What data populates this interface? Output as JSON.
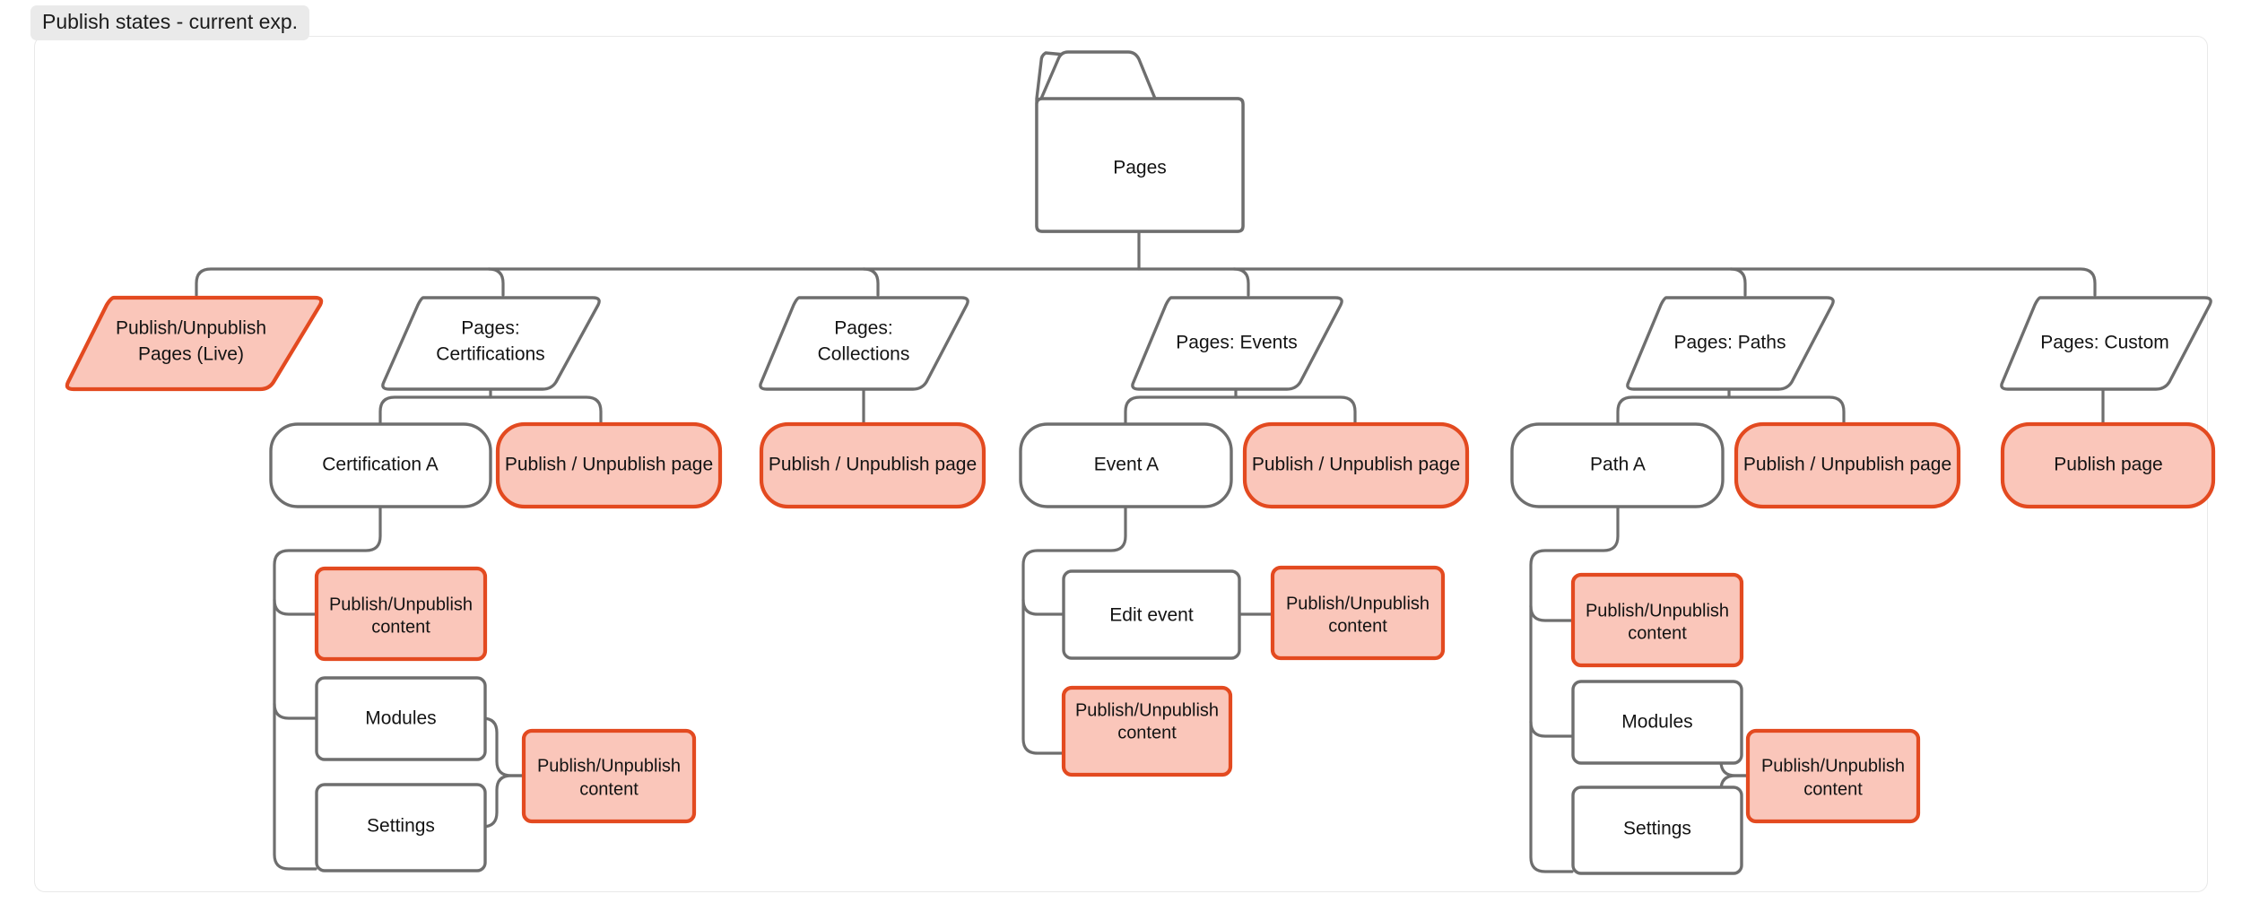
{
  "title_chip": "Publish states - current exp.",
  "colors": {
    "node_stroke_gray": "#6e6e6e",
    "node_fill_white": "#ffffff",
    "node_stroke_red": "#e34a20",
    "node_fill_red": "#fac6ba",
    "edge": "#6e6e6e",
    "frame_border": "#e9e9e9",
    "chip_bg": "#eaeaea",
    "text": "#131313"
  },
  "chart_data": {
    "type": "diagram",
    "diagram_kind": "flowchart-tree",
    "title": "Publish states - current exp.",
    "root": {
      "id": "pages",
      "label": "Pages",
      "shape": "folder"
    },
    "branches": [
      {
        "id": "publish-unpublish-pages-live",
        "label": "Publish/Unpublish Pages (Live)",
        "label_lines": [
          "Publish/Unpublish",
          "Pages (Live)"
        ],
        "shape": "parallelogram",
        "style": "red",
        "children": []
      },
      {
        "id": "pages-certifications",
        "label": "Pages: Certifications",
        "label_lines": [
          "Pages:",
          "Certifications"
        ],
        "shape": "parallelogram",
        "style": "gray",
        "children": [
          {
            "id": "certification-a",
            "label": "Certification A",
            "shape": "stadium",
            "style": "gray",
            "children": [
              {
                "id": "cert-a-pub-content",
                "label": "Publish/Unpublish content",
                "label_lines": [
                  "Publish/Unpublish",
                  "content"
                ],
                "shape": "rect",
                "style": "red"
              },
              {
                "id": "cert-a-modules",
                "label": "Modules",
                "shape": "rect",
                "style": "gray",
                "children": [
                  {
                    "id": "cert-a-mod-set-pub-content",
                    "label": "Publish/Unpublish content",
                    "label_lines": [
                      "Publish/Unpublish",
                      "content"
                    ],
                    "shape": "rect",
                    "style": "red",
                    "shared_with": [
                      "cert-a-settings"
                    ]
                  }
                ]
              },
              {
                "id": "cert-a-settings",
                "label": "Settings",
                "shape": "rect",
                "style": "gray"
              }
            ]
          },
          {
            "id": "cert-pub-page",
            "label": "Publish / Unpublish page",
            "shape": "stadium",
            "style": "red"
          }
        ]
      },
      {
        "id": "pages-collections",
        "label": "Pages: Collections",
        "label_lines": [
          "Pages:",
          "Collections"
        ],
        "shape": "parallelogram",
        "style": "gray",
        "children": [
          {
            "id": "coll-pub-page",
            "label": "Publish / Unpublish page",
            "shape": "stadium",
            "style": "red"
          }
        ]
      },
      {
        "id": "pages-events",
        "label": "Pages: Events",
        "label_lines": [
          "Pages: Events"
        ],
        "shape": "parallelogram",
        "style": "gray",
        "children": [
          {
            "id": "event-a",
            "label": "Event A",
            "shape": "stadium",
            "style": "gray",
            "children": [
              {
                "id": "edit-event",
                "label": "Edit event",
                "shape": "rect",
                "style": "gray",
                "children": [
                  {
                    "id": "edit-event-pub-content",
                    "label": "Publish/Unpublish content",
                    "label_lines": [
                      "Publish/Unpublish",
                      "content"
                    ],
                    "shape": "rect",
                    "style": "red"
                  }
                ]
              },
              {
                "id": "event-a-pub-content",
                "label": "Publish/Unpublish content",
                "label_lines": [
                  "Publish/Unpublish",
                  "content"
                ],
                "shape": "rect",
                "style": "red"
              }
            ]
          },
          {
            "id": "events-pub-page",
            "label": "Publish / Unpublish page",
            "shape": "stadium",
            "style": "red"
          }
        ]
      },
      {
        "id": "pages-paths",
        "label": "Pages: Paths",
        "label_lines": [
          "Pages: Paths"
        ],
        "shape": "parallelogram",
        "style": "gray",
        "children": [
          {
            "id": "path-a",
            "label": "Path A",
            "shape": "stadium",
            "style": "gray",
            "children": [
              {
                "id": "path-a-pub-content",
                "label": "Publish/Unpublish content",
                "label_lines": [
                  "Publish/Unpublish",
                  "content"
                ],
                "shape": "rect",
                "style": "red"
              },
              {
                "id": "path-a-modules",
                "label": "Modules",
                "shape": "rect",
                "style": "gray",
                "children": [
                  {
                    "id": "path-a-mod-set-pub-content",
                    "label": "Publish/Unpublish content",
                    "label_lines": [
                      "Publish/Unpublish",
                      "content"
                    ],
                    "shape": "rect",
                    "style": "red",
                    "shared_with": [
                      "path-a-settings"
                    ]
                  }
                ]
              },
              {
                "id": "path-a-settings",
                "label": "Settings",
                "shape": "rect",
                "style": "gray"
              }
            ]
          },
          {
            "id": "paths-pub-page",
            "label": "Publish / Unpublish page",
            "shape": "stadium",
            "style": "red"
          }
        ]
      },
      {
        "id": "pages-custom",
        "label": "Pages: Custom",
        "label_lines": [
          "Pages: Custom"
        ],
        "shape": "parallelogram",
        "style": "gray",
        "children": [
          {
            "id": "custom-pub-page",
            "label": "Publish page",
            "shape": "stadium",
            "style": "red"
          }
        ]
      }
    ]
  },
  "nodes": {
    "root": {
      "label": "Pages"
    },
    "row2": {
      "live": {
        "line1": "Publish/Unpublish",
        "line2": "Pages (Live)"
      },
      "certifications": {
        "line1": "Pages:",
        "line2": "Certifications"
      },
      "collections": {
        "line1": "Pages:",
        "line2": "Collections"
      },
      "events": {
        "line1": "Pages: Events"
      },
      "paths": {
        "line1": "Pages: Paths"
      },
      "custom": {
        "line1": "Pages: Custom"
      }
    },
    "row3": {
      "certification_a": "Certification A",
      "cert_pub_page": "Publish / Unpublish page",
      "coll_pub_page": "Publish / Unpublish page",
      "event_a": "Event A",
      "events_pub_page": "Publish / Unpublish page",
      "path_a": "Path A",
      "paths_pub_page": "Publish / Unpublish page",
      "custom_pub_page": "Publish page"
    },
    "row4": {
      "cert_content": {
        "line1": "Publish/Unpublish",
        "line2": "content"
      },
      "cert_modules": "Modules",
      "cert_settings": "Settings",
      "cert_mod_content": {
        "line1": "Publish/Unpublish",
        "line2": "content"
      },
      "edit_event": "Edit event",
      "edit_event_content": {
        "line1": "Publish/Unpublish",
        "line2": "content"
      },
      "event_content": {
        "line1": "Publish/Unpublish",
        "line2": "content"
      },
      "path_content": {
        "line1": "Publish/Unpublish",
        "line2": "content"
      },
      "path_modules": "Modules",
      "path_settings": "Settings",
      "path_mod_content": {
        "line1": "Publish/Unpublish",
        "line2": "content"
      }
    }
  }
}
